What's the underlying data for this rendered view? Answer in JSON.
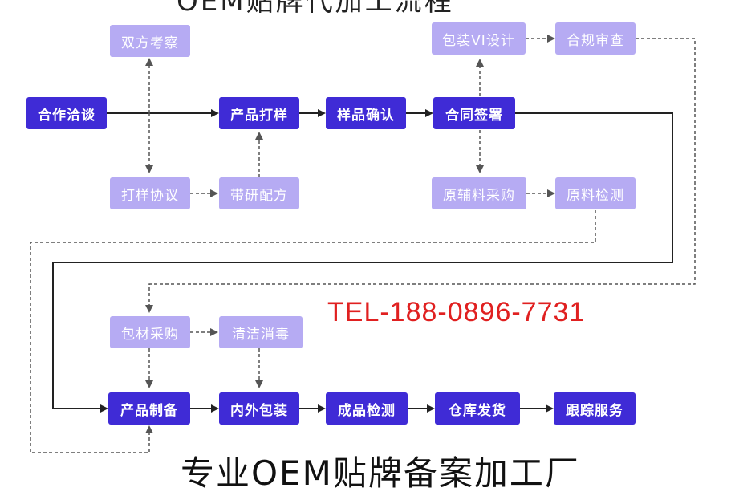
{
  "top_title": "OEM贴牌代加工流程",
  "main_steps": {
    "cooperation": "合作洽谈",
    "sample_making": "产品打样",
    "sample_confirm": "样品确认",
    "contract_sign": "合同签署",
    "production_prep": "产品制备",
    "packaging": "内外包装",
    "product_test": "成品检测",
    "warehouse_ship": "仓库发货",
    "follow_service": "跟踪服务"
  },
  "side_steps": {
    "mutual_inspect": "双方考察",
    "sample_agreement": "打样协议",
    "rd_formula": "带研配方",
    "package_vi": "包装VI设计",
    "compliance_review": "合规审查",
    "material_purchase": "原辅料采购",
    "material_test": "原料检测",
    "packing_purchase": "包材采购",
    "clean_disinfect": "清洁消毒"
  },
  "contact": {
    "tel": "TEL-188-0896-7731"
  },
  "slogan": "专业OEM贴牌备案加工厂",
  "colors": {
    "main": "#3f2bd6",
    "side": "#b6abf3",
    "tel": "#e02020"
  }
}
